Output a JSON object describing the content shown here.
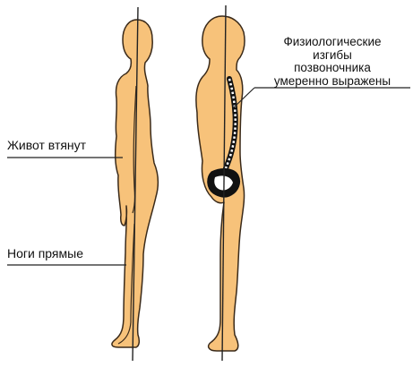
{
  "labels": {
    "belly": "Живот втянут",
    "legs": "Ноги прямые",
    "spine_line1": "Физиологические",
    "spine_line2": "изгибы",
    "spine_line3": "позвоночника",
    "spine_line4": "умеренно выражены"
  },
  "colors": {
    "skin": "#f7c27a",
    "outline": "#3a2a1a",
    "line": "#222222",
    "bone": "#ffffff"
  }
}
